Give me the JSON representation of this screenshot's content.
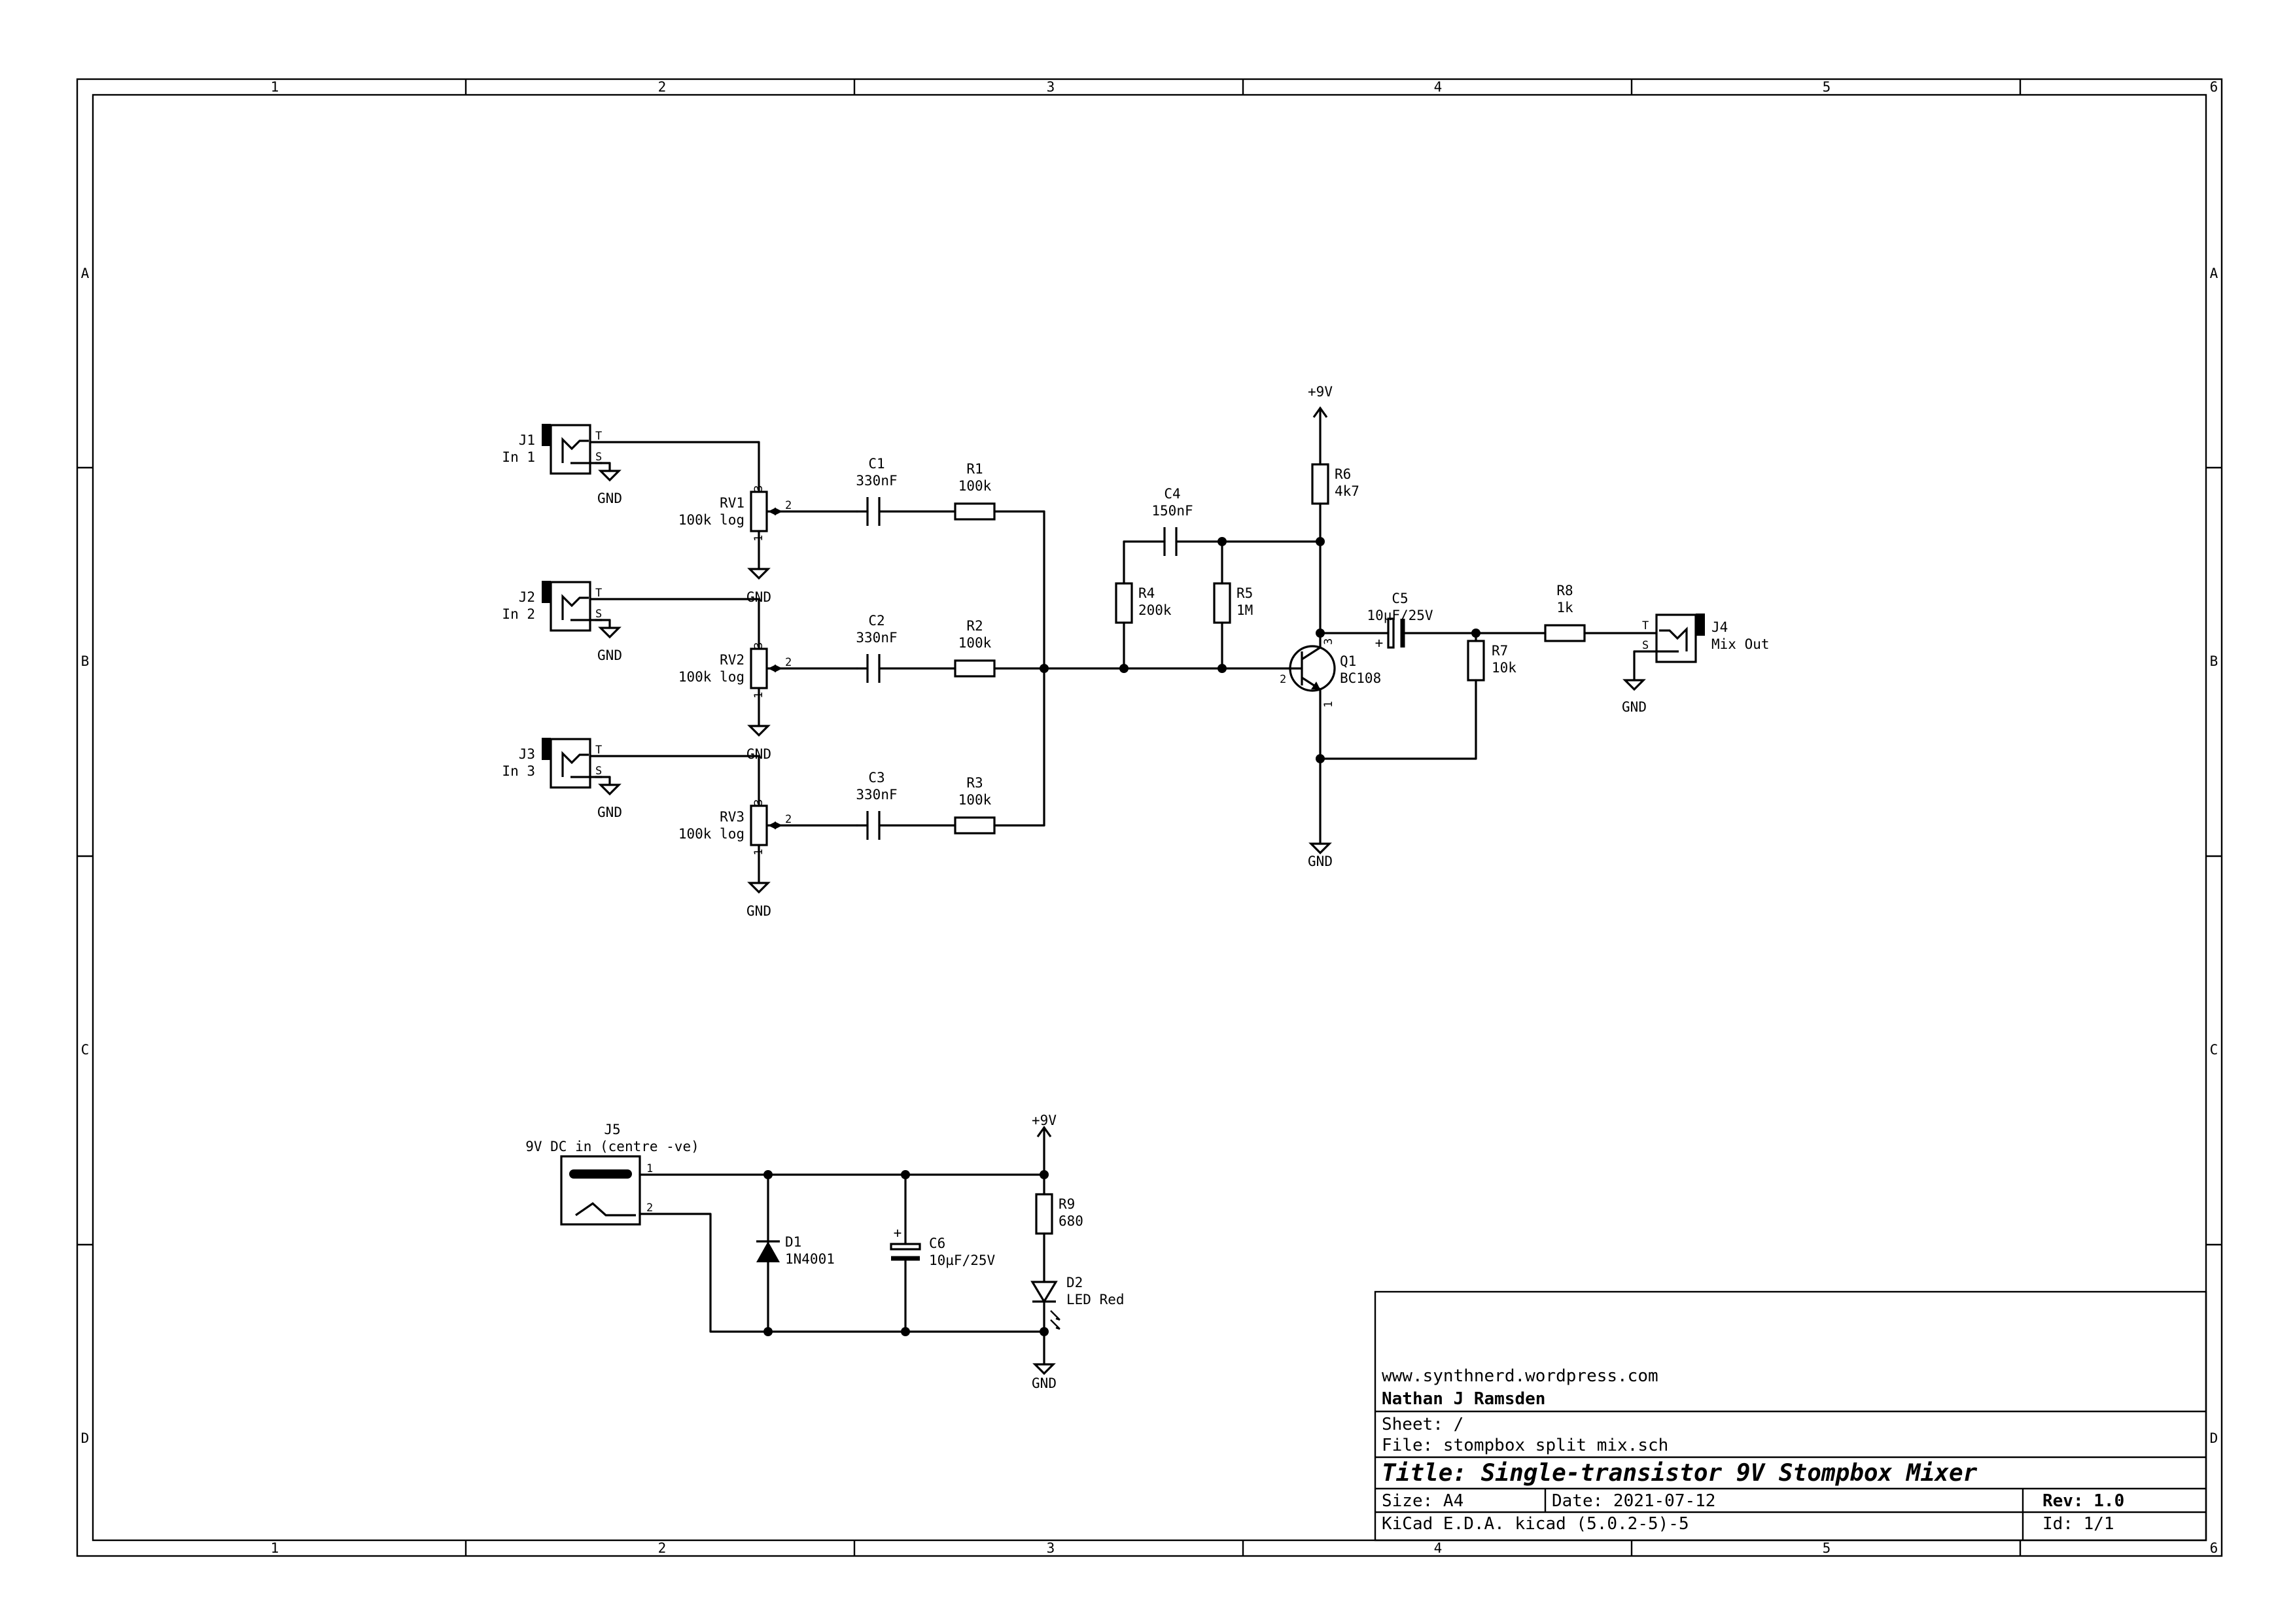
{
  "frame": {
    "columns": [
      "1",
      "2",
      "3",
      "4",
      "5",
      "6"
    ],
    "rows": [
      "A",
      "B",
      "C",
      "D"
    ]
  },
  "title_block": {
    "website": "www.synthnerd.wordpress.com",
    "author": "Nathan J Ramsden",
    "sheet": "Sheet: /",
    "file": "File: stompbox split mix.sch",
    "title": "Title: Single-transistor 9V Stompbox Mixer",
    "size": "Size: A4",
    "date": "Date: 2021-07-12",
    "rev": "Rev: 1.0",
    "tool": "KiCad E.D.A.  kicad (5.0.2-5)-5",
    "id": "Id: 1/1"
  },
  "inputs": [
    {
      "jack_ref": "J1",
      "jack_name": "In 1",
      "pot_ref": "RV1",
      "pot_val": "100k log",
      "cap_ref": "C1",
      "cap_val": "330nF",
      "res_ref": "R1",
      "res_val": "100k"
    },
    {
      "jack_ref": "J2",
      "jack_name": "In 2",
      "pot_ref": "RV2",
      "pot_val": "100k log",
      "cap_ref": "C2",
      "cap_val": "330nF",
      "res_ref": "R2",
      "res_val": "100k"
    },
    {
      "jack_ref": "J3",
      "jack_name": "In 3",
      "pot_ref": "RV3",
      "pot_val": "100k log",
      "cap_ref": "C3",
      "cap_val": "330nF",
      "res_ref": "R3",
      "res_val": "100k"
    }
  ],
  "amp": {
    "c4_ref": "C4",
    "c4_val": "150nF",
    "r4_ref": "R4",
    "r4_val": "200k",
    "r5_ref": "R5",
    "r5_val": "1M",
    "r6_ref": "R6",
    "r6_val": "4k7",
    "q1_ref": "Q1",
    "q1_val": "BC108",
    "c5_ref": "C5",
    "c5_val": "10µF/25V",
    "r7_ref": "R7",
    "r7_val": "10k",
    "r8_ref": "R8",
    "r8_val": "1k",
    "j4_ref": "J4",
    "j4_name": "Mix Out"
  },
  "power": {
    "j5_ref": "J5",
    "j5_name": "9V DC in (centre -ve)",
    "d1_ref": "D1",
    "d1_val": "1N4001",
    "c6_ref": "C6",
    "c6_val": "10µF/25V",
    "r9_ref": "R9",
    "r9_val": "680",
    "d2_ref": "D2",
    "d2_val": "LED Red"
  },
  "labels": {
    "gnd": "GND",
    "vcc": "+9V",
    "pin_t": "T",
    "pin_s": "S",
    "pin1": "1",
    "pin2": "2",
    "pin3": "3",
    "plus": "+"
  }
}
